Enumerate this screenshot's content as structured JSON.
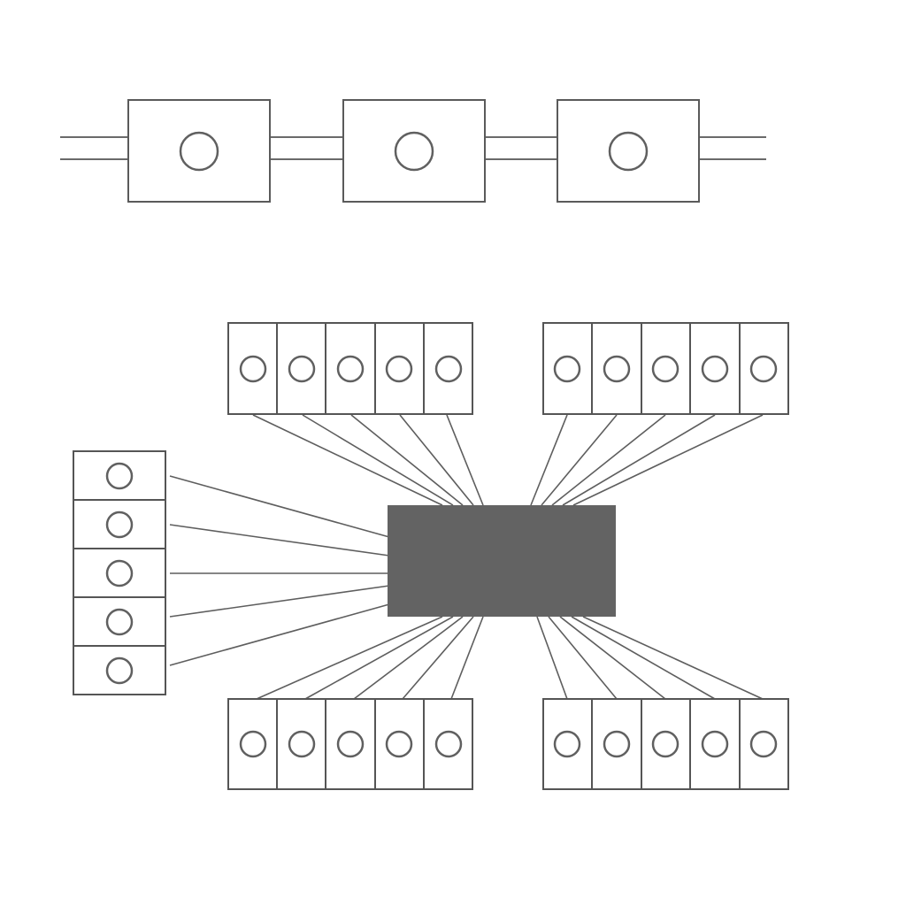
{
  "colors": {
    "background": "#ffffff",
    "outline": "#555555",
    "hub": "#636363"
  },
  "chain": {
    "module_count": 3,
    "icon": "circle-lens-icon"
  },
  "hub": {
    "icon": "controller-block-icon",
    "fill": "#636363"
  },
  "banks": [
    {
      "id": "left",
      "orientation": "vertical",
      "cell_count": 5
    },
    {
      "id": "top-left",
      "orientation": "horizontal",
      "cell_count": 5
    },
    {
      "id": "top-right",
      "orientation": "horizontal",
      "cell_count": 5
    },
    {
      "id": "bottom-left",
      "orientation": "horizontal",
      "cell_count": 5
    },
    {
      "id": "bottom-right",
      "orientation": "horizontal",
      "cell_count": 5
    }
  ]
}
